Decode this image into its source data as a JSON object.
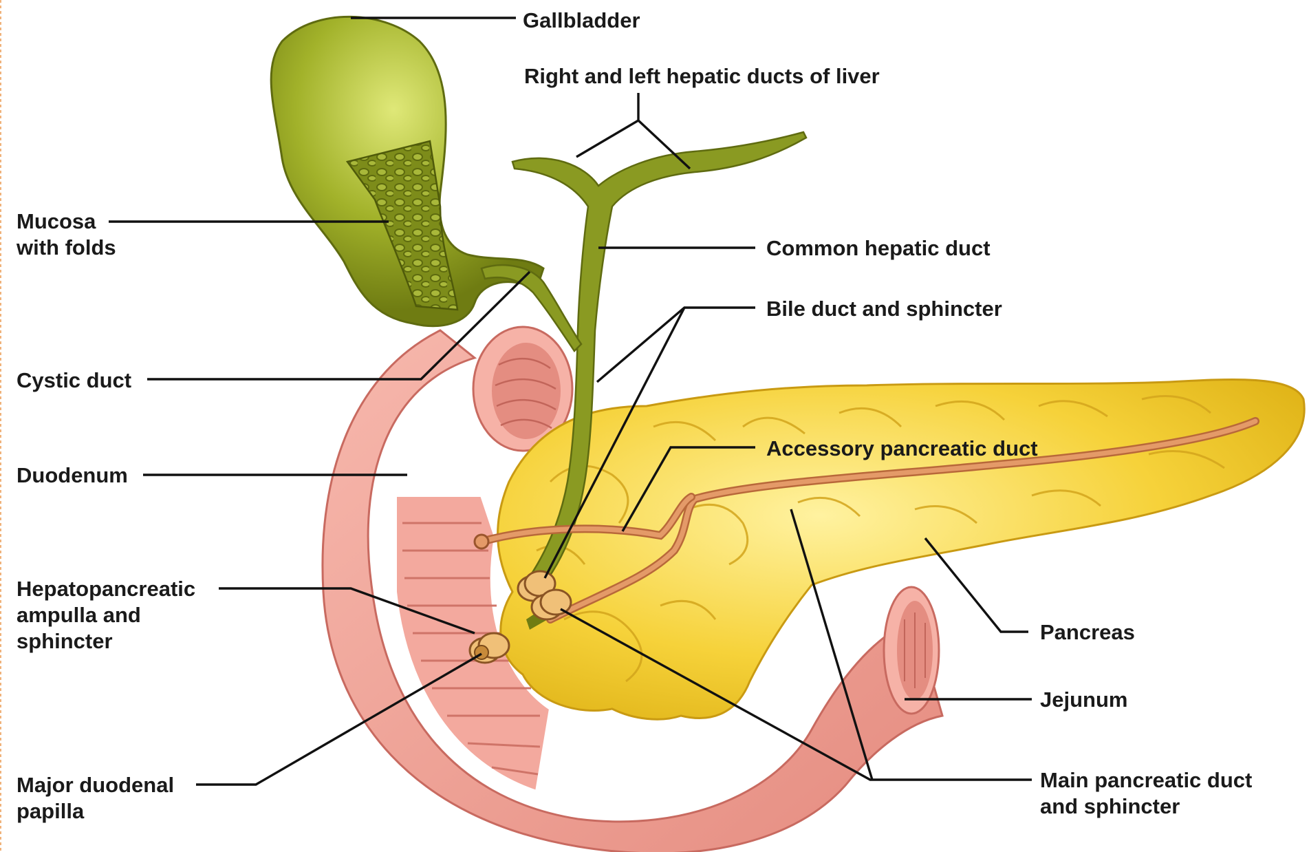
{
  "labels": {
    "gallbladder": "Gallbladder",
    "hepatic_ducts": "Right and left hepatic ducts of liver",
    "mucosa_line1": "Mucosa",
    "mucosa_line2": "with folds",
    "common_hepatic": "Common hepatic duct",
    "bile_duct": "Bile duct and sphincter",
    "cystic_duct": "Cystic duct",
    "accessory_duct": "Accessory pancreatic duct",
    "duodenum": "Duodenum",
    "hepato_line1": "Hepatopancreatic",
    "hepato_line2": "ampulla and",
    "hepato_line3": "sphincter",
    "pancreas": "Pancreas",
    "jejunum": "Jejunum",
    "major_line1": "Major duodenal",
    "major_line2": "papilla",
    "main_duct_line1": "Main pancreatic duct",
    "main_duct_line2": "and sphincter"
  },
  "colors": {
    "gallbladder": "#8a9a1c",
    "gallbladder_light": "#c9d64a",
    "duct": "#7b8a1e",
    "duodenum": "#f0a196",
    "duodenum_dark": "#d9786d",
    "pancreas": "#f5cf2a",
    "pancreas_light": "#fde97a",
    "pancreatic_duct": "#d98a55",
    "sphincter": "#e8b06a"
  }
}
